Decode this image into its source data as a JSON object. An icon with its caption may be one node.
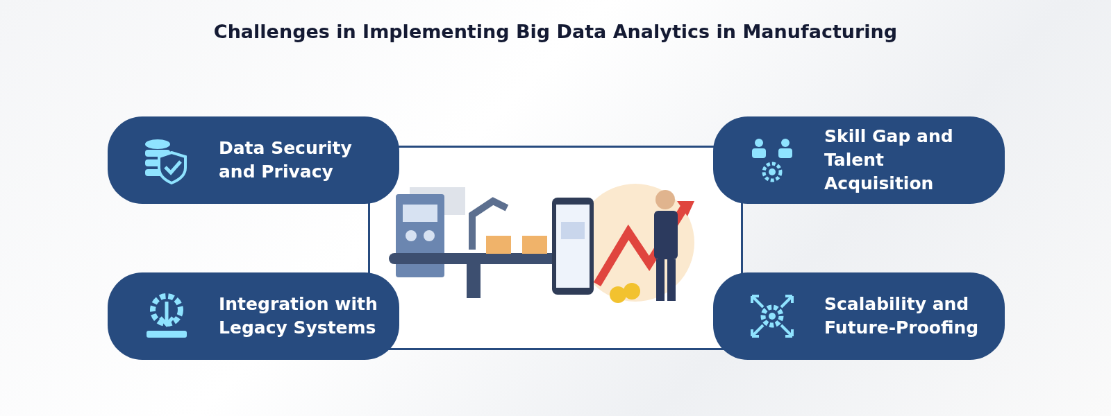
{
  "diagram": {
    "title": "Challenges in Implementing Big Data Analytics in Manufacturing",
    "nodes": [
      {
        "text": [
          "Data Security and Privacy"
        ]
      },
      {
        "text": [
          "Skill Gap and Talent Acquisition"
        ]
      },
      {
        "text": [
          "Integration with Legacy Systems"
        ]
      },
      {
        "text": [
          "Scalability and Future-Proofing"
        ]
      }
    ],
    "edges": []
  }
}
